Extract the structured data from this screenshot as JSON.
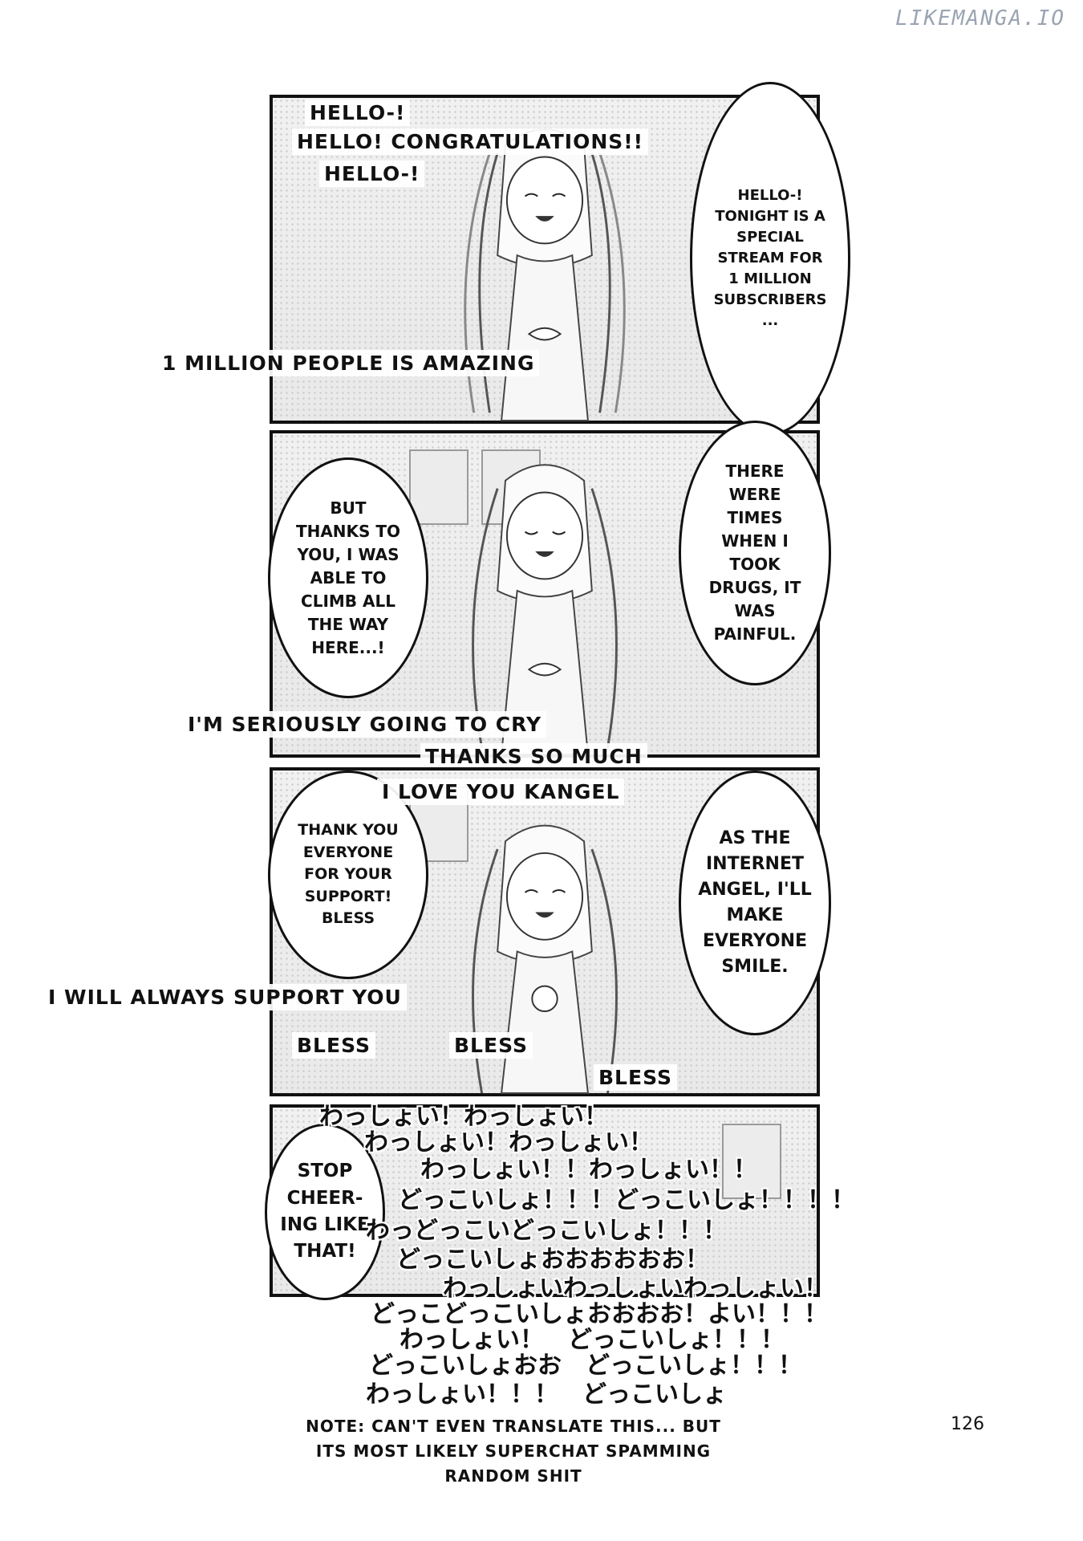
{
  "watermark": "LIKEMANGA.IO",
  "panels": [
    {
      "bubbles": [
        {
          "text": "HELLO-!\nTONIGHT IS A\nSPECIAL\nSTREAM FOR\n1 MILLION\nSUBSCRIBERS\n..."
        }
      ],
      "chat": [
        "HELLO-!",
        "HELLO! CONGRATULATIONS!!",
        "HELLO-!",
        "1 MILLION PEOPLE IS AMAZING"
      ]
    },
    {
      "bubbles": [
        {
          "text": "BUT\nTHANKS TO\nYOU, I WAS\nABLE TO\nCLIMB ALL\nTHE WAY\nHERE...!"
        },
        {
          "text": "THERE\nWERE\nTIMES\nWHEN I\nTOOK\nDRUGS, IT\nWAS\nPAINFUL."
        }
      ],
      "chat": [
        "I'M SERIOUSLY GOING TO CRY",
        "THANKS SO MUCH"
      ]
    },
    {
      "bubbles": [
        {
          "text": "THANK YOU\nEVERYONE\nFOR YOUR\nSUPPORT!\nBLESS"
        },
        {
          "text": "AS THE\nINTERNET\nANGEL, I'LL\nMAKE\nEVERYONE\nSMILE."
        }
      ],
      "chat": [
        "I LOVE YOU KANGEL",
        "I WILL ALWAYS SUPPORT YOU",
        "BLESS",
        "BLESS",
        "BLESS"
      ]
    },
    {
      "bubbles": [
        {
          "text": "STOP\nCHEER-\nING LIKE\nTHAT!"
        }
      ],
      "jp_chat": [
        "わっしょい！わっしょい！",
        "わっしょい！わっしょい！",
        "わっしょい！！わっしょい！！",
        "どっこいしょ！！！どっこいしょ！！！！",
        "わっどっこいどっこいしょ！！！",
        "どっこいしょおおおおおお！",
        "わっしょいわっしょいわっしょい！",
        "どっこどっこいしょおおおお！よい！！！",
        "わっしょい！　どっこいしょ！！！",
        "どっこいしょおお　どっこいしょ！！！",
        "わっしょい！！！　どっこいしょ"
      ]
    }
  ],
  "note": "NOTE: CAN'T EVEN TRANSLATE THIS... BUT\nITS MOST LIKELY SUPERCHAT SPAMMING\nRANDOM SHIT",
  "page_number": "126"
}
